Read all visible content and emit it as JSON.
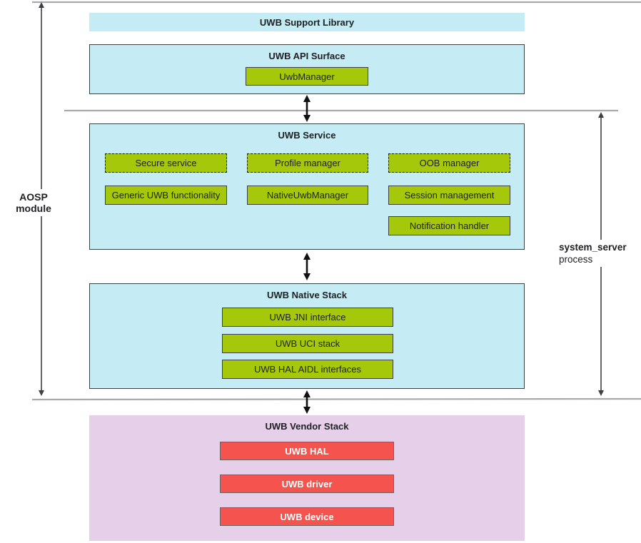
{
  "colors": {
    "cyan": "#C5ECF4",
    "green": "#A6C80A",
    "purple": "#E5CFE9",
    "red": "#F4544D",
    "border": "#3C4043",
    "line": "#A9A9A9",
    "text": "#202124"
  },
  "side_labels": {
    "left": "AOSP module",
    "right_line1": "system_server",
    "right_line2": "process"
  },
  "layers": {
    "support_library": {
      "title": "UWB Support Library"
    },
    "api_surface": {
      "title": "UWB API Surface",
      "component": "UwbManager"
    },
    "service": {
      "title": "UWB Service",
      "dashed": [
        "Secure service",
        "Profile manager",
        "OOB manager"
      ],
      "solid": [
        "Generic UWB functionality",
        "NativeUwbManager",
        "Session management"
      ],
      "extra": "Notification handler"
    },
    "native_stack": {
      "title": "UWB Native Stack",
      "components": [
        "UWB JNI interface",
        "UWB UCI stack",
        "UWB HAL AIDL interfaces"
      ]
    },
    "vendor_stack": {
      "title": "UWB Vendor Stack",
      "components": [
        "UWB HAL",
        "UWB driver",
        "UWB device"
      ]
    }
  }
}
